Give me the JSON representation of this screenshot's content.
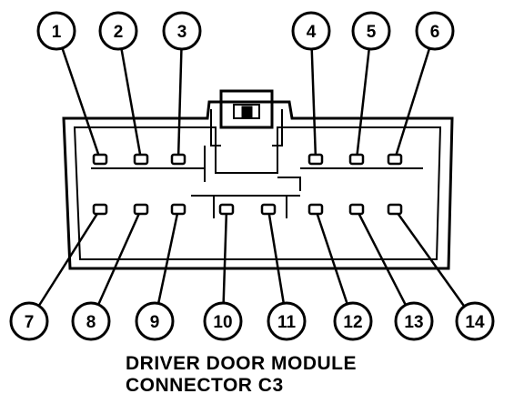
{
  "title_lines": [
    "DRIVER DOOR MODULE",
    "CONNECTOR C3"
  ],
  "pins": [
    "1",
    "2",
    "3",
    "4",
    "5",
    "6",
    "7",
    "8",
    "9",
    "10",
    "11",
    "12",
    "13",
    "14"
  ],
  "colors": {
    "line": "#000000",
    "background": "#ffffff"
  }
}
